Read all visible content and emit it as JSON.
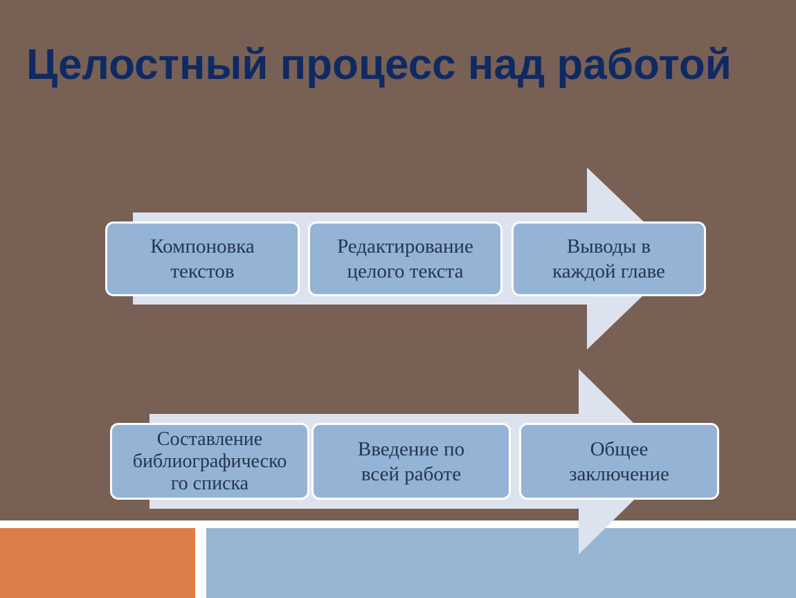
{
  "slide": {
    "title": "Целостный процесс над работой",
    "background_color": "#786055",
    "title_color": "#0f2a63",
    "accent_orange": "#dc7e4a",
    "accent_blue": "#97b4d2"
  },
  "process_row_1": {
    "steps": [
      {
        "lines": [
          "Компоновка",
          "текстов"
        ]
      },
      {
        "lines": [
          "Редактирование",
          "целого текста"
        ]
      },
      {
        "lines": [
          "Выводы в",
          "каждой главе"
        ]
      }
    ]
  },
  "process_row_2": {
    "steps": [
      {
        "lines": [
          "Составление",
          "библиографическо",
          "го списка"
        ]
      },
      {
        "lines": [
          "Введение по",
          "всей работе"
        ]
      },
      {
        "lines": [
          "Общее",
          "заключение"
        ]
      }
    ]
  },
  "colors": {
    "arrow_fill": "#dde3ee",
    "box_fill": "#95b3d4",
    "box_text": "#243650"
  }
}
